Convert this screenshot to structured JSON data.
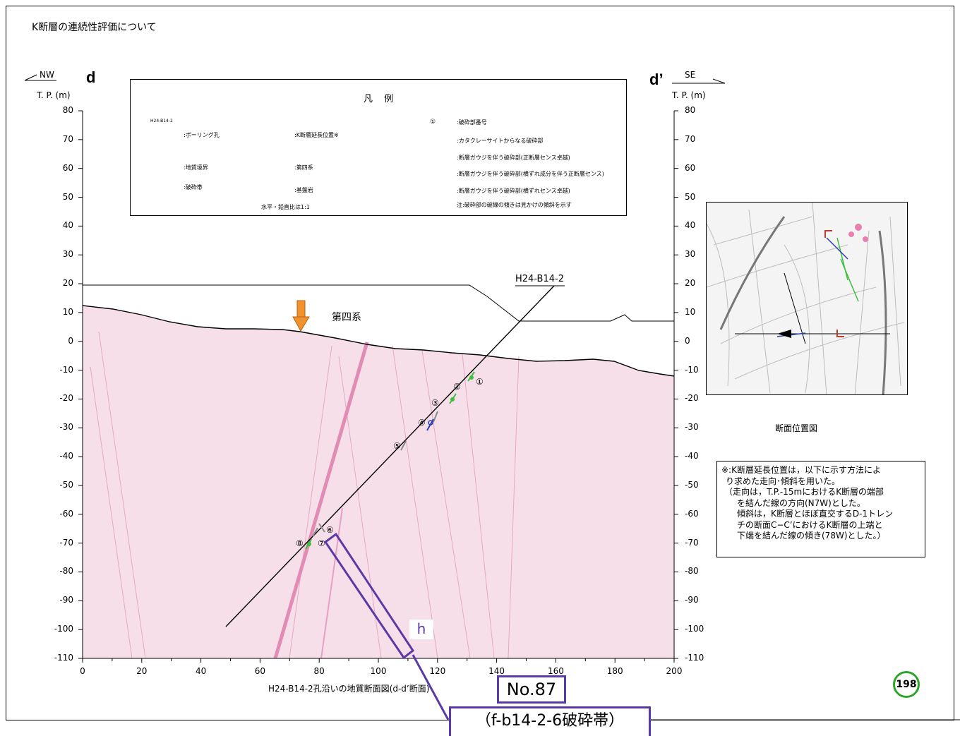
{
  "page": {
    "title": "K断層の連続性評価について",
    "page_number": "198"
  },
  "section": {
    "left_label": "d",
    "right_label": "d’",
    "left_dir": "NW",
    "right_dir": "SE",
    "y_unit": "T. P. (m)",
    "caption": "H24-B14-2孔沿いの地質断面図(d-d’断面)",
    "borehole_label": "H24-B14-2",
    "quaternary_label": "第四系"
  },
  "axes": {
    "y_ticks": [
      "80",
      "70",
      "60",
      "50",
      "40",
      "30",
      "20",
      "10",
      "0",
      "-10",
      "-20",
      "-30",
      "-40",
      "-50",
      "-60",
      "-70",
      "-80",
      "-90",
      "-100",
      "-110"
    ],
    "x_ticks": [
      "0",
      "20",
      "40",
      "60",
      "80",
      "100",
      "120",
      "140",
      "160",
      "180",
      "200"
    ]
  },
  "legend": {
    "title": "凡 例",
    "borehole_tag": "H24-B14-2",
    "items": {
      "borehole": ":ボーリング孔",
      "boundary": ":地質境界",
      "fracture_zone": ":破砕帯",
      "k_extension": ":K断層延長位置※",
      "quaternary": ":第四系",
      "bedrock": ":基盤岩",
      "scale_note": "水平・鉛直比は1:1",
      "number_symbol": "①",
      "number": ":破砕部番号",
      "cataclasite": ":カタクレーサイトからなる破砕部",
      "gouge_normal": ":断層ガウジを伴う破砕部(正断層センス卓越)",
      "gouge_strike_normal": ":断層ガウジを伴う破砕部(横ずれ成分を伴う正断層センス)",
      "gouge_strike": ":断層ガウジを伴う破砕部(横ずれセンス卓越)",
      "note": "注:破砕部の破線の傾きは見かけの傾斜を示す"
    }
  },
  "fracture_numbers": [
    "①",
    "②",
    "③",
    "④",
    "⑤",
    "⑥",
    "⑦",
    "⑧"
  ],
  "inset": {
    "caption": "断面位置図"
  },
  "note": {
    "lines": [
      "※:K断層延長位置は，以下に示す方法によ",
      "り求めた走向･傾斜を用いた。",
      "（走向は，T.P.-15mにおけるK断層の端部",
      "を結んだ線の方向(N7W)とした。",
      "傾斜は，K断層とほぼ直交するD-1トレン",
      "チの断面C−C’におけるK断層の上端と",
      "下端を結んだ線の傾き(78W)とした。）"
    ]
  },
  "annotations": {
    "h_label": "h",
    "no_label": "No.87",
    "zone_label": "（f-b14-2-6破砕帯）"
  },
  "colors": {
    "bedrock": "#f7dfe9",
    "fracture_zone": "#e28bb5",
    "arrow": "#f0922e",
    "highlight": "#5b3aa7",
    "page_number_ring": "#2aa52a"
  }
}
